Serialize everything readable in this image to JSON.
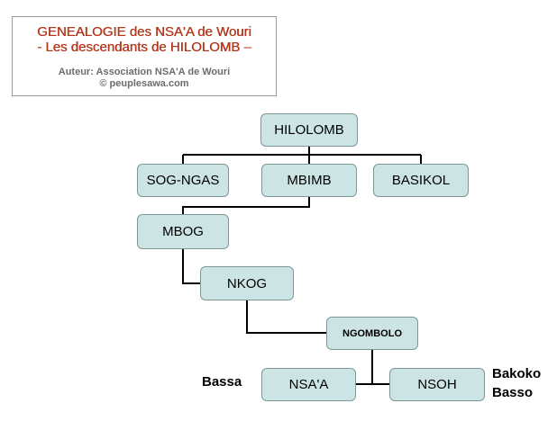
{
  "header": {
    "line1": "GENEALOGIE des NSA'A de Wouri",
    "line2": "- Les descendants de HILOLOMB –",
    "author": "Auteur: Association NSA'A de Wouri",
    "site": "© peuplesawa.com"
  },
  "tree": {
    "hilolomb": "HILOLOMB",
    "sog_ngas": "SOG-NGAS",
    "mbimb": "MBIMB",
    "basikol": "BASIKOL",
    "mbog": "MBOG",
    "nkog": "NKOG",
    "ngombolo": "NGOMBOLO",
    "nsaa": "NSA'A",
    "nsoh": "NSOH"
  },
  "labels": {
    "bassa": "Bassa",
    "bakoko": "Bakoko",
    "basso": "Basso"
  },
  "colors": {
    "node_fill": "#cce5e4",
    "node_border": "#7e9898",
    "title_text": "#b5361a"
  }
}
